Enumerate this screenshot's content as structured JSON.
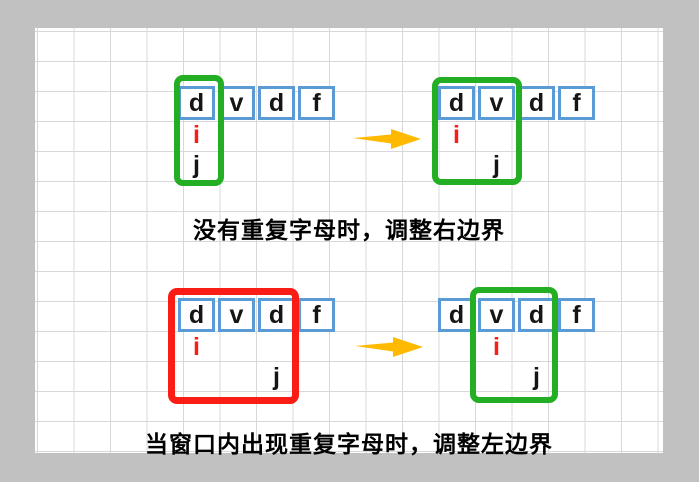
{
  "colors": {
    "outer_gray": "#c1c1c1",
    "grid_line": "#d8d8d8",
    "blue": "#5b9bd5",
    "green": "#24ae24",
    "red": "#fa1d15",
    "gold": "#ffba00"
  },
  "labels": {
    "i": "i",
    "j": "j"
  },
  "captions": {
    "top": "没有重复字母时，调整右边界",
    "bottom": "当窗口内出现重复字母时，调整左边界"
  },
  "diagrams": [
    {
      "id": "top-left",
      "cells": [
        "d",
        "v",
        "d",
        "f"
      ],
      "window_color": "green",
      "window_cols": [
        0,
        0
      ],
      "i_col": 0,
      "j_col": 0
    },
    {
      "id": "top-right",
      "cells": [
        "d",
        "v",
        "d",
        "f"
      ],
      "window_color": "green",
      "window_cols": [
        0,
        1
      ],
      "i_col": 0,
      "j_col": 1
    },
    {
      "id": "bottom-left",
      "cells": [
        "d",
        "v",
        "d",
        "f"
      ],
      "window_color": "red",
      "window_cols": [
        0,
        2
      ],
      "i_col": 0,
      "j_col": 2
    },
    {
      "id": "bottom-right",
      "cells": [
        "d",
        "v",
        "d",
        "f"
      ],
      "window_color": "green",
      "window_cols": [
        1,
        2
      ],
      "i_col": 1,
      "j_col": 2
    }
  ],
  "icons": {
    "arrow": "right-arrow"
  }
}
